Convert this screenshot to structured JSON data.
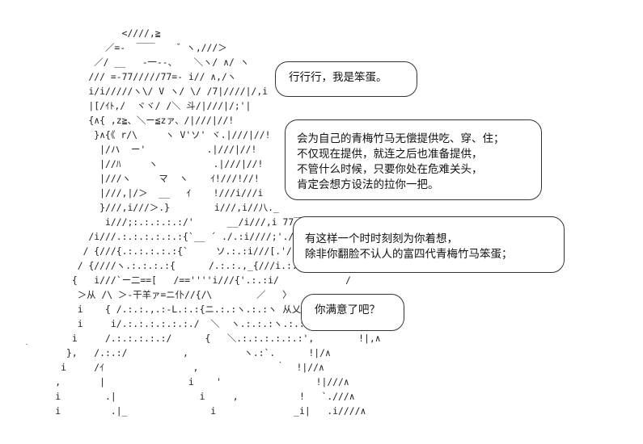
{
  "ascii_art": {
    "lines": [
      "                 <////,≧",
      "              ／=-  ￣￣    ゛ヽ,///＞",
      "            ／/ __   -一--、   ＼ヽ/ ∧/ ヽ",
      "           /// =-77/////77=- i// ∧,/ヽ",
      "           i/i/////ヽ\\/ V ヽ/ \\/ /7|////|/,i",
      "           |[/ｲﾄ,/  ヾヾ/ /＼ 斗/|///|/;'|",
      "           {∧{ ,z≧、＼ー≦zァ、/|///|//!",
      "            }∧{《 r/\\     ヽ V'ソ' ヾ.|///|//!",
      "             |/ハ  ー'           .|///|//!",
      "             |//ﾊ     ヽ          .|///|//!",
      "             |///ヽ     マ  ヽ    ｲ!///!//!",
      "             |///,|/＞  __   ｲ    !///i///i",
      "             }///,i///＞.}        i///,i//八._",
      "              i///;:.:.:.:.:/'      __/i///,i 77￣ .A",
      "           /i///.:.:.:.:.:.:{`__ ´ ./.:i////;'.//.:.:/  /  V",
      "          / {///{.:.:.:.:.:{`     ソ.:.:i///[.'/.:.:/  /  V",
      "         / {////ヽ.:.:.:.:{      /.:.:.,_{///i.:.:.:/",
      "        {   i///`ー二==[   /==''''i///{'.:.:i/            /",
      "         ＞从 /\\ ＞-干羊ァ=ニ仆//{/\\        ／   〉",
      "         i    { /.:.:.,.:-L.:.:{ニ.:.:ヽ.:.:ヽ 从乂ヽ  ／      ｲ",
      "         i     i/.:.:.:.:.:.:./  ＼  ヽ.:.:.:ヽ.:.:'         i\\",
      "        i     /.:.:.:.:.:/      {   ＼.:.:.:.:.:.:',        !|,∧",
      "       },   /.:.:/          ,          ヽ.:`.      !|/∧",
      "      i     /ｲ                ,              ｀  !|//∧",
      "     ,       |               i    '                 !|///∧",
      "     i        .|               i     ,           !   `.///∧",
      "     i         .|_               i              _i|   .i////∧"
    ]
  },
  "bubbles": [
    {
      "lines": [
        "行行行，我是笨蛋。"
      ]
    },
    {
      "lines": [
        "会为自己的青梅竹马无偿提供吃、穿、住；",
        "不仅现在提供，就连之后也准备提供，",
        "不管什么时候，只要你处在危难关头，",
        "肯定会想方设法的拉你一把。"
      ]
    },
    {
      "lines": [
        "有这样一个时时刻刻为你着想，",
        "除非你翻脸不认人的富四代青梅竹马笨蛋；"
      ]
    },
    {
      "lines": [
        "你满意了吧？"
      ]
    }
  ]
}
